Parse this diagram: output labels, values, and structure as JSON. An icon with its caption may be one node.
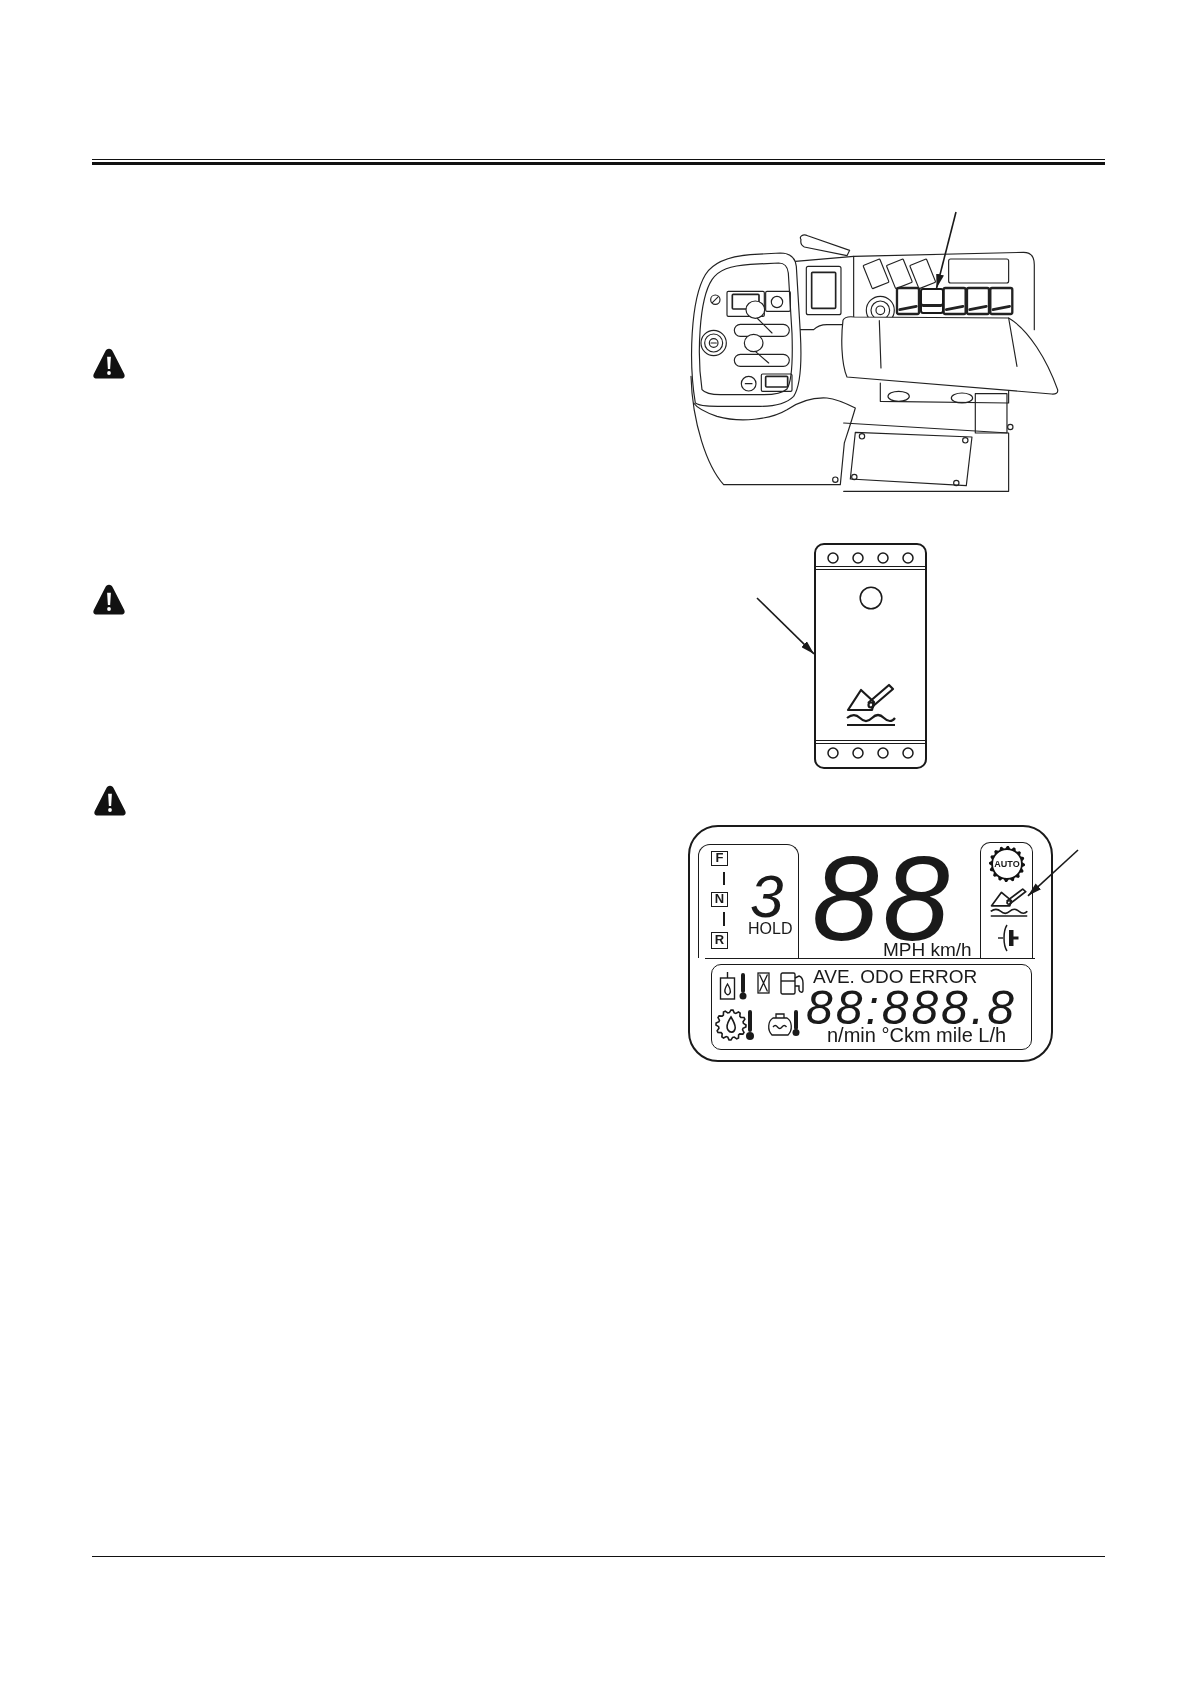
{
  "diagram": {
    "nodes": [
      {
        "text": [],
        "shape": "box"
      },
      {
        "text": [],
        "shape": "box"
      },
      {
        "text": [],
        "shape": "picture"
      }
    ],
    "edges": [
      {
        "from": null,
        "to": 0,
        "arrow": "to"
      },
      {
        "from": null,
        "to": 1,
        "arrow": "to"
      },
      {
        "from": null,
        "to": 2,
        "arrow": "to"
      }
    ],
    "labels": [
      "F",
      "N",
      "R",
      "3",
      "HOLD",
      "88",
      "MPH km/h",
      "AUTO",
      "AVE. ODO ERROR",
      "88:888.8",
      "n/min °Ckm mile L/h"
    ]
  }
}
